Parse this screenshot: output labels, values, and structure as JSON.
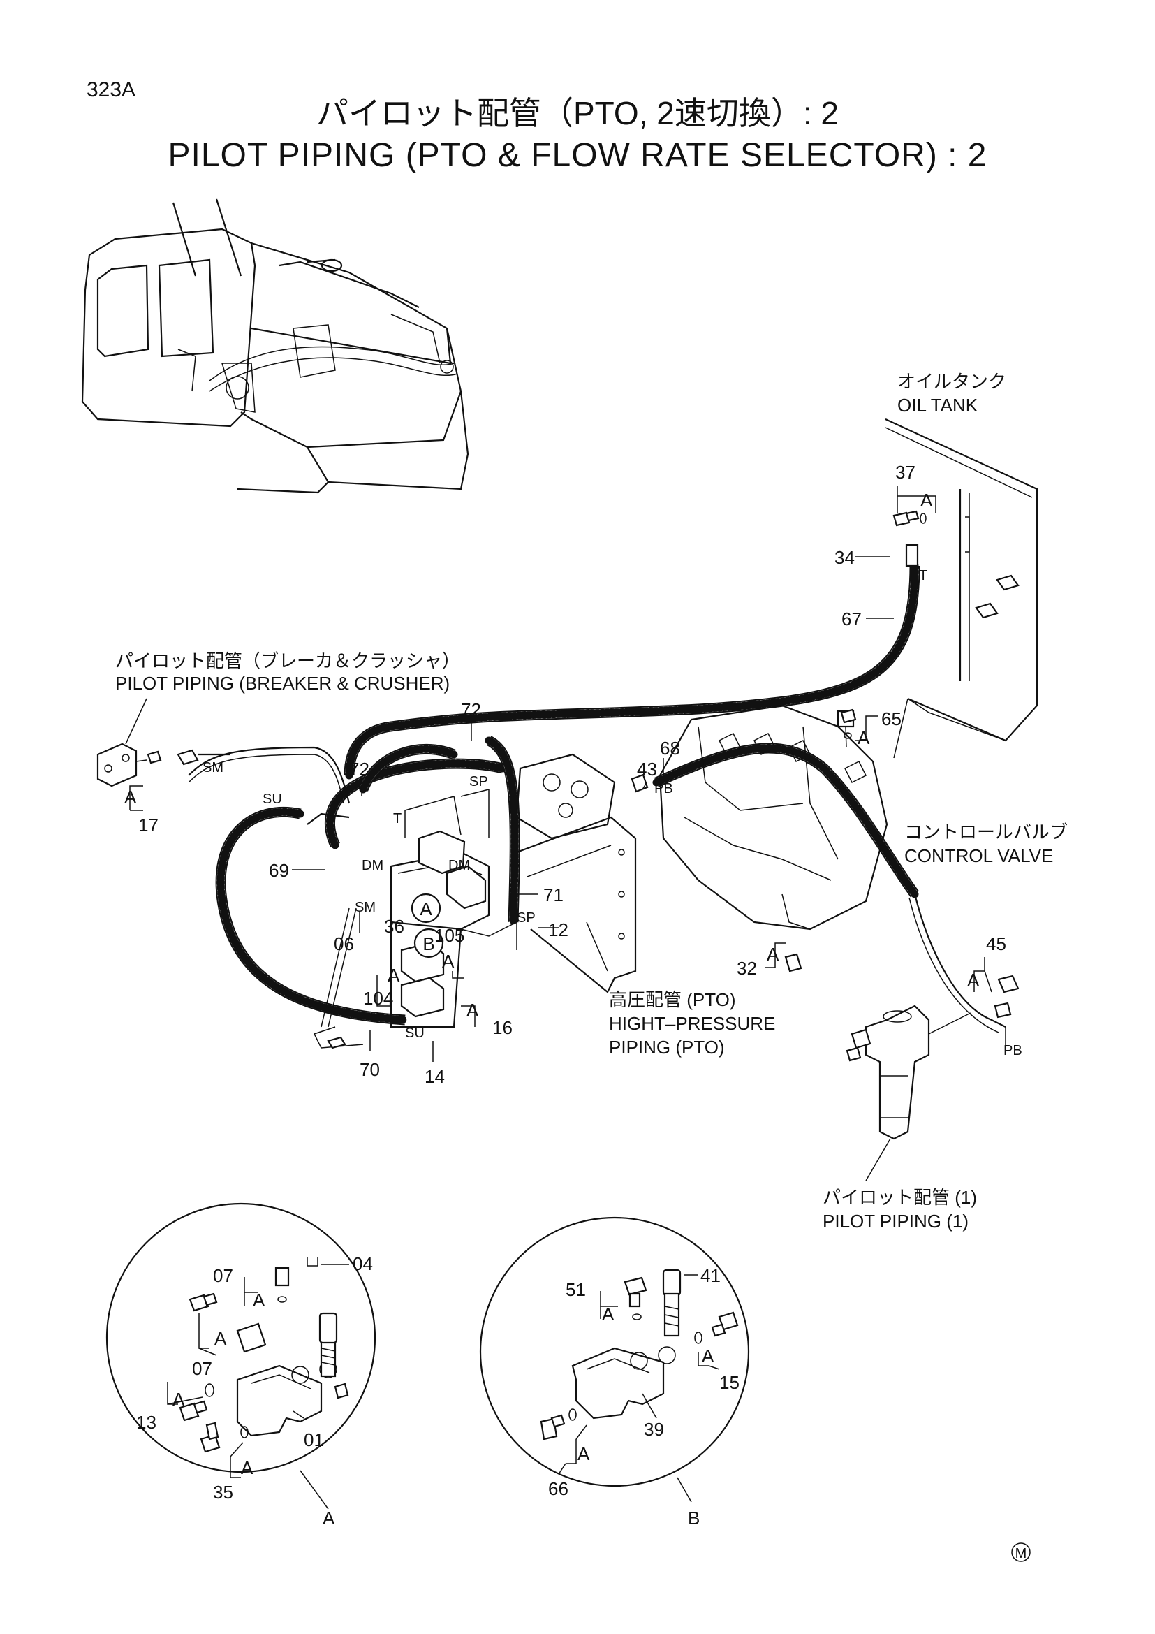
{
  "page": {
    "code": "323A",
    "title_jp": "パイロット配管（PTO, 2速切換）: 2",
    "title_en": "PILOT PIPING (PTO & FLOW RATE SELECTOR) : 2",
    "mark": "M"
  },
  "captions": {
    "oil_tank_jp": "オイルタンク",
    "oil_tank_en": "OIL TANK",
    "breaker_jp": "パイロット配管（ブレーカ＆クラッシャ）",
    "breaker_en": "PILOT PIPING (BREAKER & CRUSHER)",
    "control_valve_jp": "コントロールバルブ",
    "control_valve_en": "CONTROL VALVE",
    "hp_jp": "高圧配管 (PTO)",
    "hp_en1": "HIGHT–PRESSURE",
    "hp_en2": "PIPING (PTO)",
    "pilot1_jp": "パイロット配管 (1)",
    "pilot1_en": "PILOT PIPING (1)"
  },
  "port_labels": {
    "sm": "SM",
    "su": "SU",
    "dm": "DM",
    "t": "T",
    "sp": "SP",
    "pb": "PB",
    "a": "A",
    "b": "B"
  },
  "parts": {
    "p37": "37",
    "p34": "34",
    "p67": "67",
    "p65": "65",
    "p72": "72",
    "p43": "43",
    "p68": "68",
    "p17": "17",
    "p69": "69",
    "p36": "36",
    "p06": "06",
    "p105": "105",
    "p71": "71",
    "p12": "12",
    "p104": "104",
    "p16": "16",
    "p70": "70",
    "p14": "14",
    "p32": "32",
    "p45": "45",
    "p07": "07",
    "p04": "04",
    "p13": "13",
    "p01": "01",
    "p35": "35",
    "p51": "51",
    "p41": "41",
    "p15": "15",
    "p39": "39",
    "p66": "66"
  },
  "details": {
    "left": "A",
    "right": "B"
  }
}
